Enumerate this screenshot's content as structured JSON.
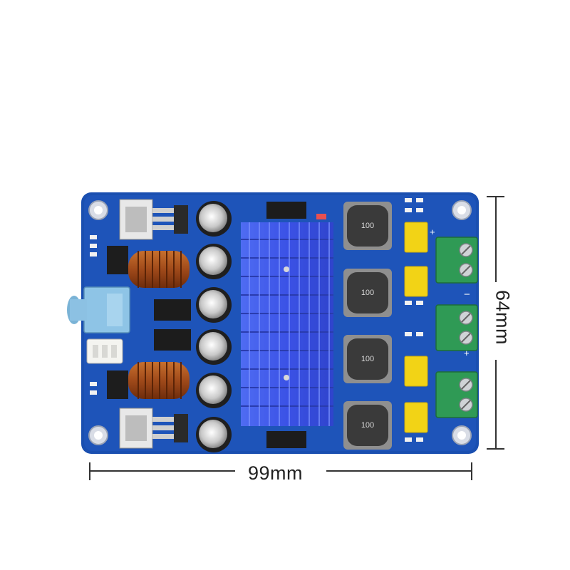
{
  "dimensions": {
    "width_label": "99mm",
    "height_label": "64mm"
  },
  "board": {
    "inductor_marking": "100",
    "terminal_plus": "+",
    "terminal_minus": "−"
  },
  "colors": {
    "pcb": "#1a4fb0",
    "heatsink": "#3a55e8",
    "terminal": "#2f9a55",
    "inductor": "#3a3a3a",
    "capacitor_film": "#f2d316"
  }
}
